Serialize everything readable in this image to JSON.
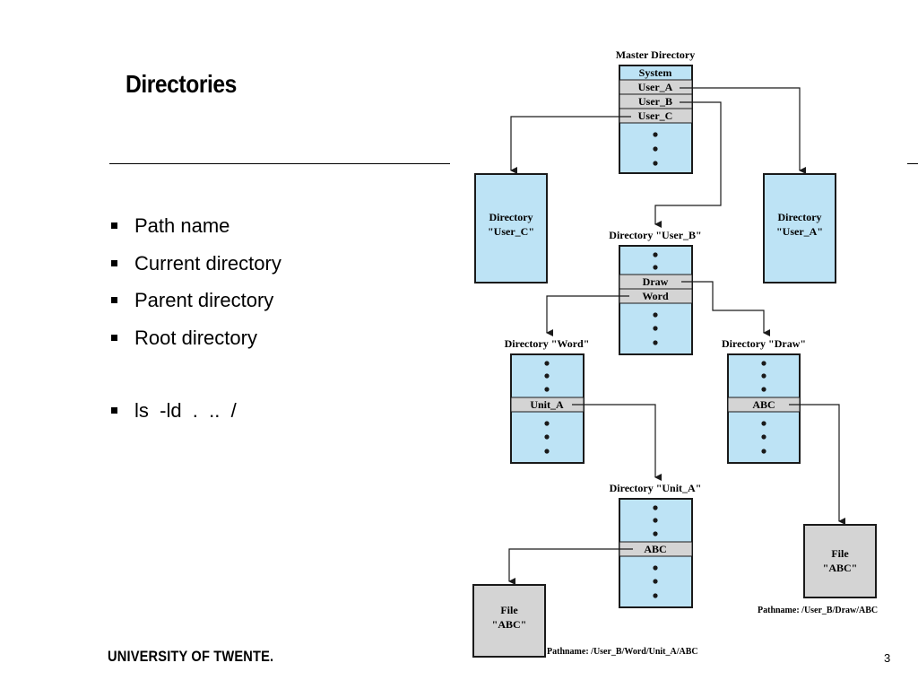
{
  "slide": {
    "title": "Directories",
    "bullets": [
      "Path name",
      "Current directory",
      "Parent directory",
      "Root directory"
    ],
    "command": "ls  -ld  .  ..  /",
    "footer": "UNIVERSITY OF TWENTE.",
    "page_number": "3"
  },
  "diagram": {
    "master": {
      "title": "Master Directory",
      "entries": [
        "System",
        "User_A",
        "User_B",
        "User_C"
      ]
    },
    "dir_user_c": {
      "label_line1": "Directory",
      "label_line2": "\"User_C\""
    },
    "dir_user_a": {
      "label_line1": "Directory",
      "label_line2": "\"User_A\""
    },
    "dir_user_b": {
      "title": "Directory \"User_B\"",
      "entries": [
        "Draw",
        "Word"
      ]
    },
    "dir_word": {
      "title": "Directory \"Word\"",
      "entries": [
        "Unit_A"
      ]
    },
    "dir_draw": {
      "title": "Directory \"Draw\"",
      "entries": [
        "ABC"
      ]
    },
    "dir_unit_a": {
      "title": "Directory \"Unit_A\"",
      "entries": [
        "ABC"
      ]
    },
    "file_left": {
      "label_line1": "File",
      "label_line2": "\"ABC\""
    },
    "file_right": {
      "label_line1": "File",
      "label_line2": "\"ABC\""
    },
    "pathname_left": "Pathname: /User_B/Word/Unit_A/ABC",
    "pathname_right": "Pathname: /User_B/Draw/ABC",
    "colors": {
      "directory_fill": "#bde3f5",
      "entry_fill": "#d4d4d4",
      "file_fill": "#d4d4d4",
      "stroke": "#1a1a1a"
    }
  }
}
